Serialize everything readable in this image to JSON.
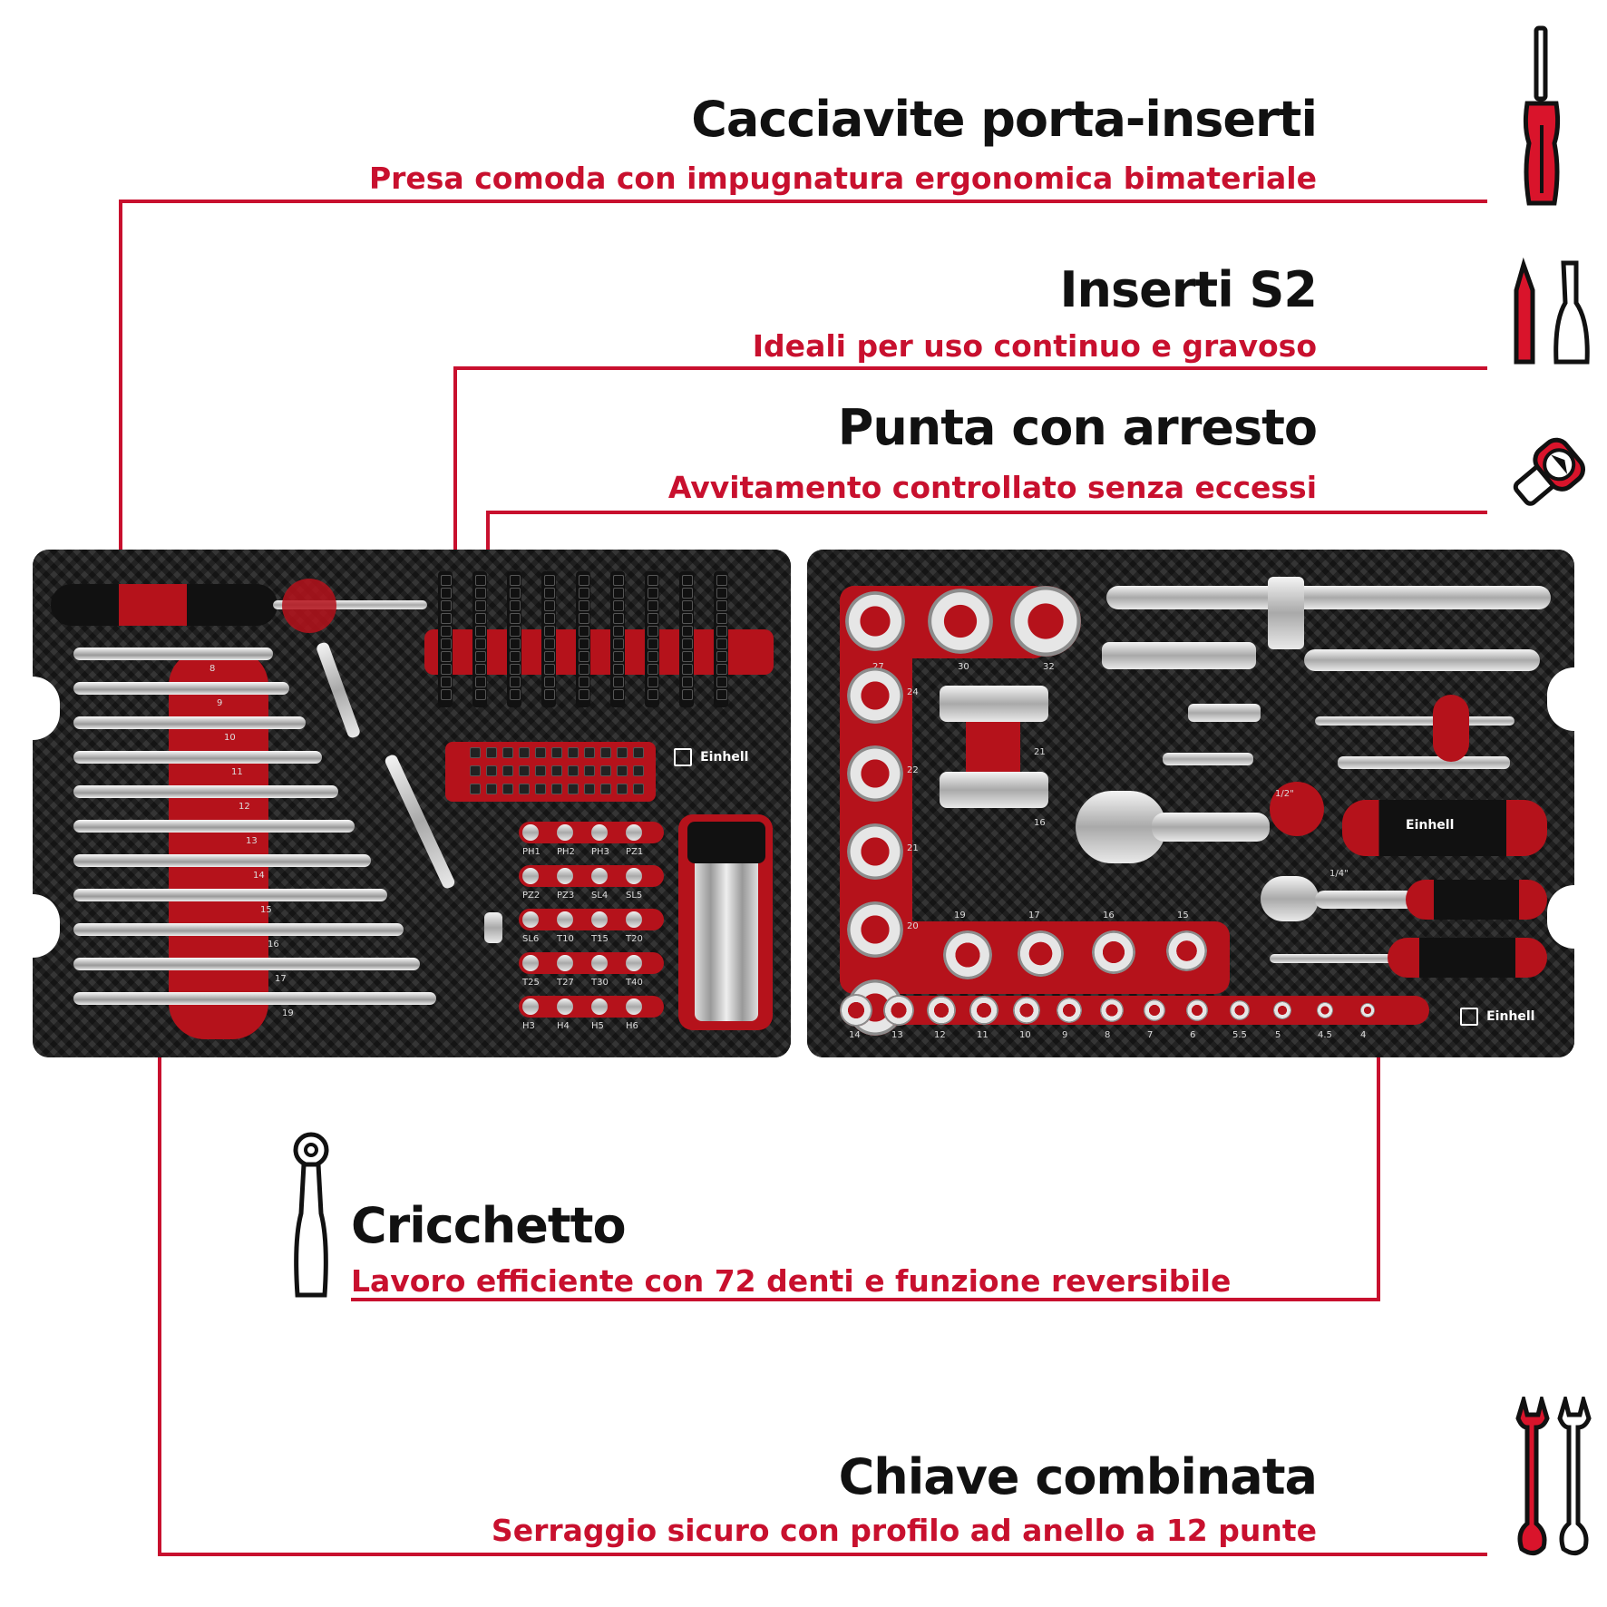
{
  "callouts": {
    "screwdriver": {
      "title": "Cacciavite porta-inserti",
      "subtitle": "Presa comoda con impugnatura ergonomica bimateriale",
      "icon": "screwdriver-icon"
    },
    "bits": {
      "title": "Inserti S2",
      "subtitle": "Ideali per uso continuo e gravoso",
      "icon": "bits-icon"
    },
    "stop_bit": {
      "title": "Punta con arresto",
      "subtitle": "Avvitamento controllato senza eccessi",
      "icon": "stop-bit-icon"
    },
    "ratchet": {
      "title": "Cricchetto",
      "subtitle": "Lavoro efficiente con 72 denti e funzione reversibile",
      "icon": "ratchet-icon"
    },
    "wrench": {
      "title": "Chiave combinata",
      "subtitle": "Serraggio sicuro con profilo ad anello a 12 punte",
      "icon": "wrench-icon"
    }
  },
  "trays": {
    "left": {
      "brand": "Einhell",
      "wrench_sizes": [
        "8",
        "9",
        "10",
        "11",
        "12",
        "13",
        "14",
        "15",
        "16",
        "17",
        "19"
      ],
      "bit_rows": [
        [
          "PH1",
          "PH2",
          "PH3",
          "PZ1"
        ],
        [
          "PZ2",
          "PZ3",
          "SL4",
          "SL5"
        ],
        [
          "SL6",
          "T10",
          "T15",
          "T20"
        ],
        [
          "T25",
          "T27",
          "T30",
          "T40"
        ],
        [
          "H3",
          "H4",
          "H5",
          "H6"
        ]
      ]
    },
    "right": {
      "brand": "Einhell",
      "large_sockets_top": [
        "27",
        "30",
        "32"
      ],
      "large_sockets_side": [
        "24",
        "22",
        "21",
        "20"
      ],
      "deep_sockets": [
        "21",
        "16"
      ],
      "mid_sockets": [
        "19",
        "17",
        "16",
        "15"
      ],
      "small_sockets": [
        "14",
        "13",
        "12",
        "11",
        "10",
        "9",
        "8",
        "7",
        "6",
        "5.5",
        "5",
        "4.5",
        "4"
      ],
      "drive_labels": [
        "1/2\"",
        "1/4\""
      ]
    }
  },
  "colors": {
    "accent": "#c8102e",
    "tray": "#2a2a2a",
    "text": "#111111"
  }
}
